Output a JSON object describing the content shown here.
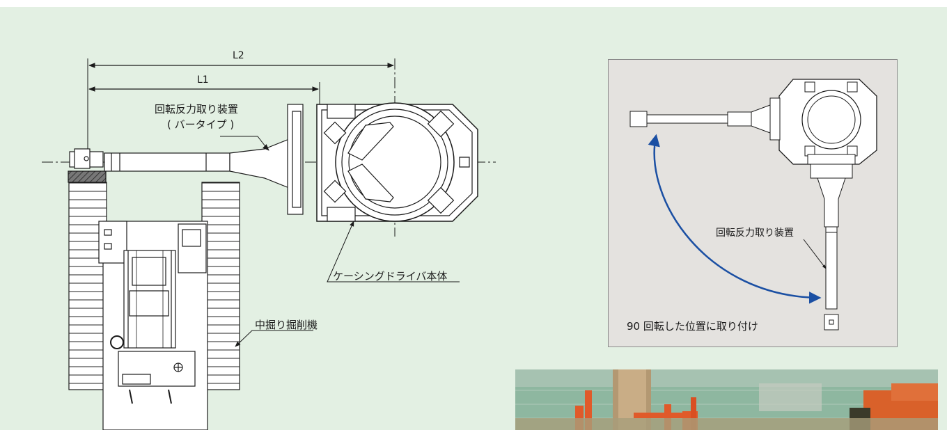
{
  "dimensions": {
    "l2": "L2",
    "l1": "L1"
  },
  "main_diagram": {
    "device_label_line1": "回転反力取り装置",
    "device_label_line2": "( バータイプ )",
    "casing_driver_label": "ケーシングドライバ本体",
    "excavator_label": "中掘り掘削機"
  },
  "inset": {
    "device_label": "回転反力取り装置",
    "caption": "90 回転した位置に取り付け",
    "arrow_color": "#1a4fa3"
  },
  "colors": {
    "panel_background": "#e3f0e3",
    "inset_background": "#e4e2df",
    "line_color": "#1a1a1a"
  }
}
